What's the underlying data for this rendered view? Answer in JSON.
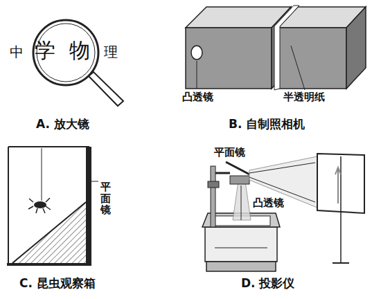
{
  "diagram": {
    "labels": [
      "中",
      "学",
      "物",
      "理",
      "A. 放大镜",
      "凸透镜",
      "半透明纸",
      "B. 自制照相机",
      "平面镜",
      "C. 昆虫观察箱",
      "平面镜",
      "凸透镜",
      "D. 投影仪"
    ]
  }
}
